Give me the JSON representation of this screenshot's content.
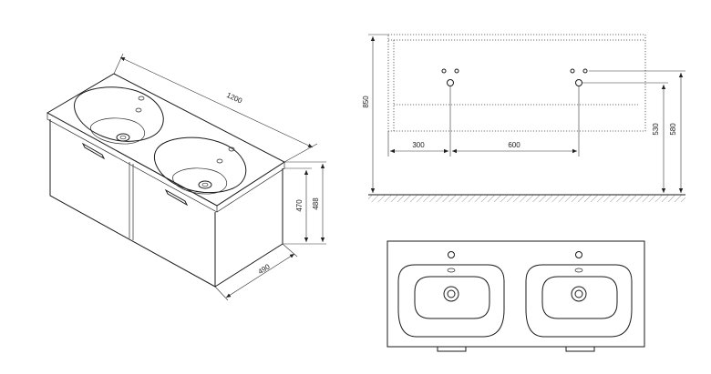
{
  "dimensions": {
    "iso_width": "1200",
    "iso_height_inner": "470",
    "iso_height_outer": "488",
    "iso_depth": "490",
    "front_height": "850",
    "front_left_offset": "300",
    "front_tap_spacing": "600",
    "front_drain_height": "530",
    "front_tap_height": "580"
  }
}
